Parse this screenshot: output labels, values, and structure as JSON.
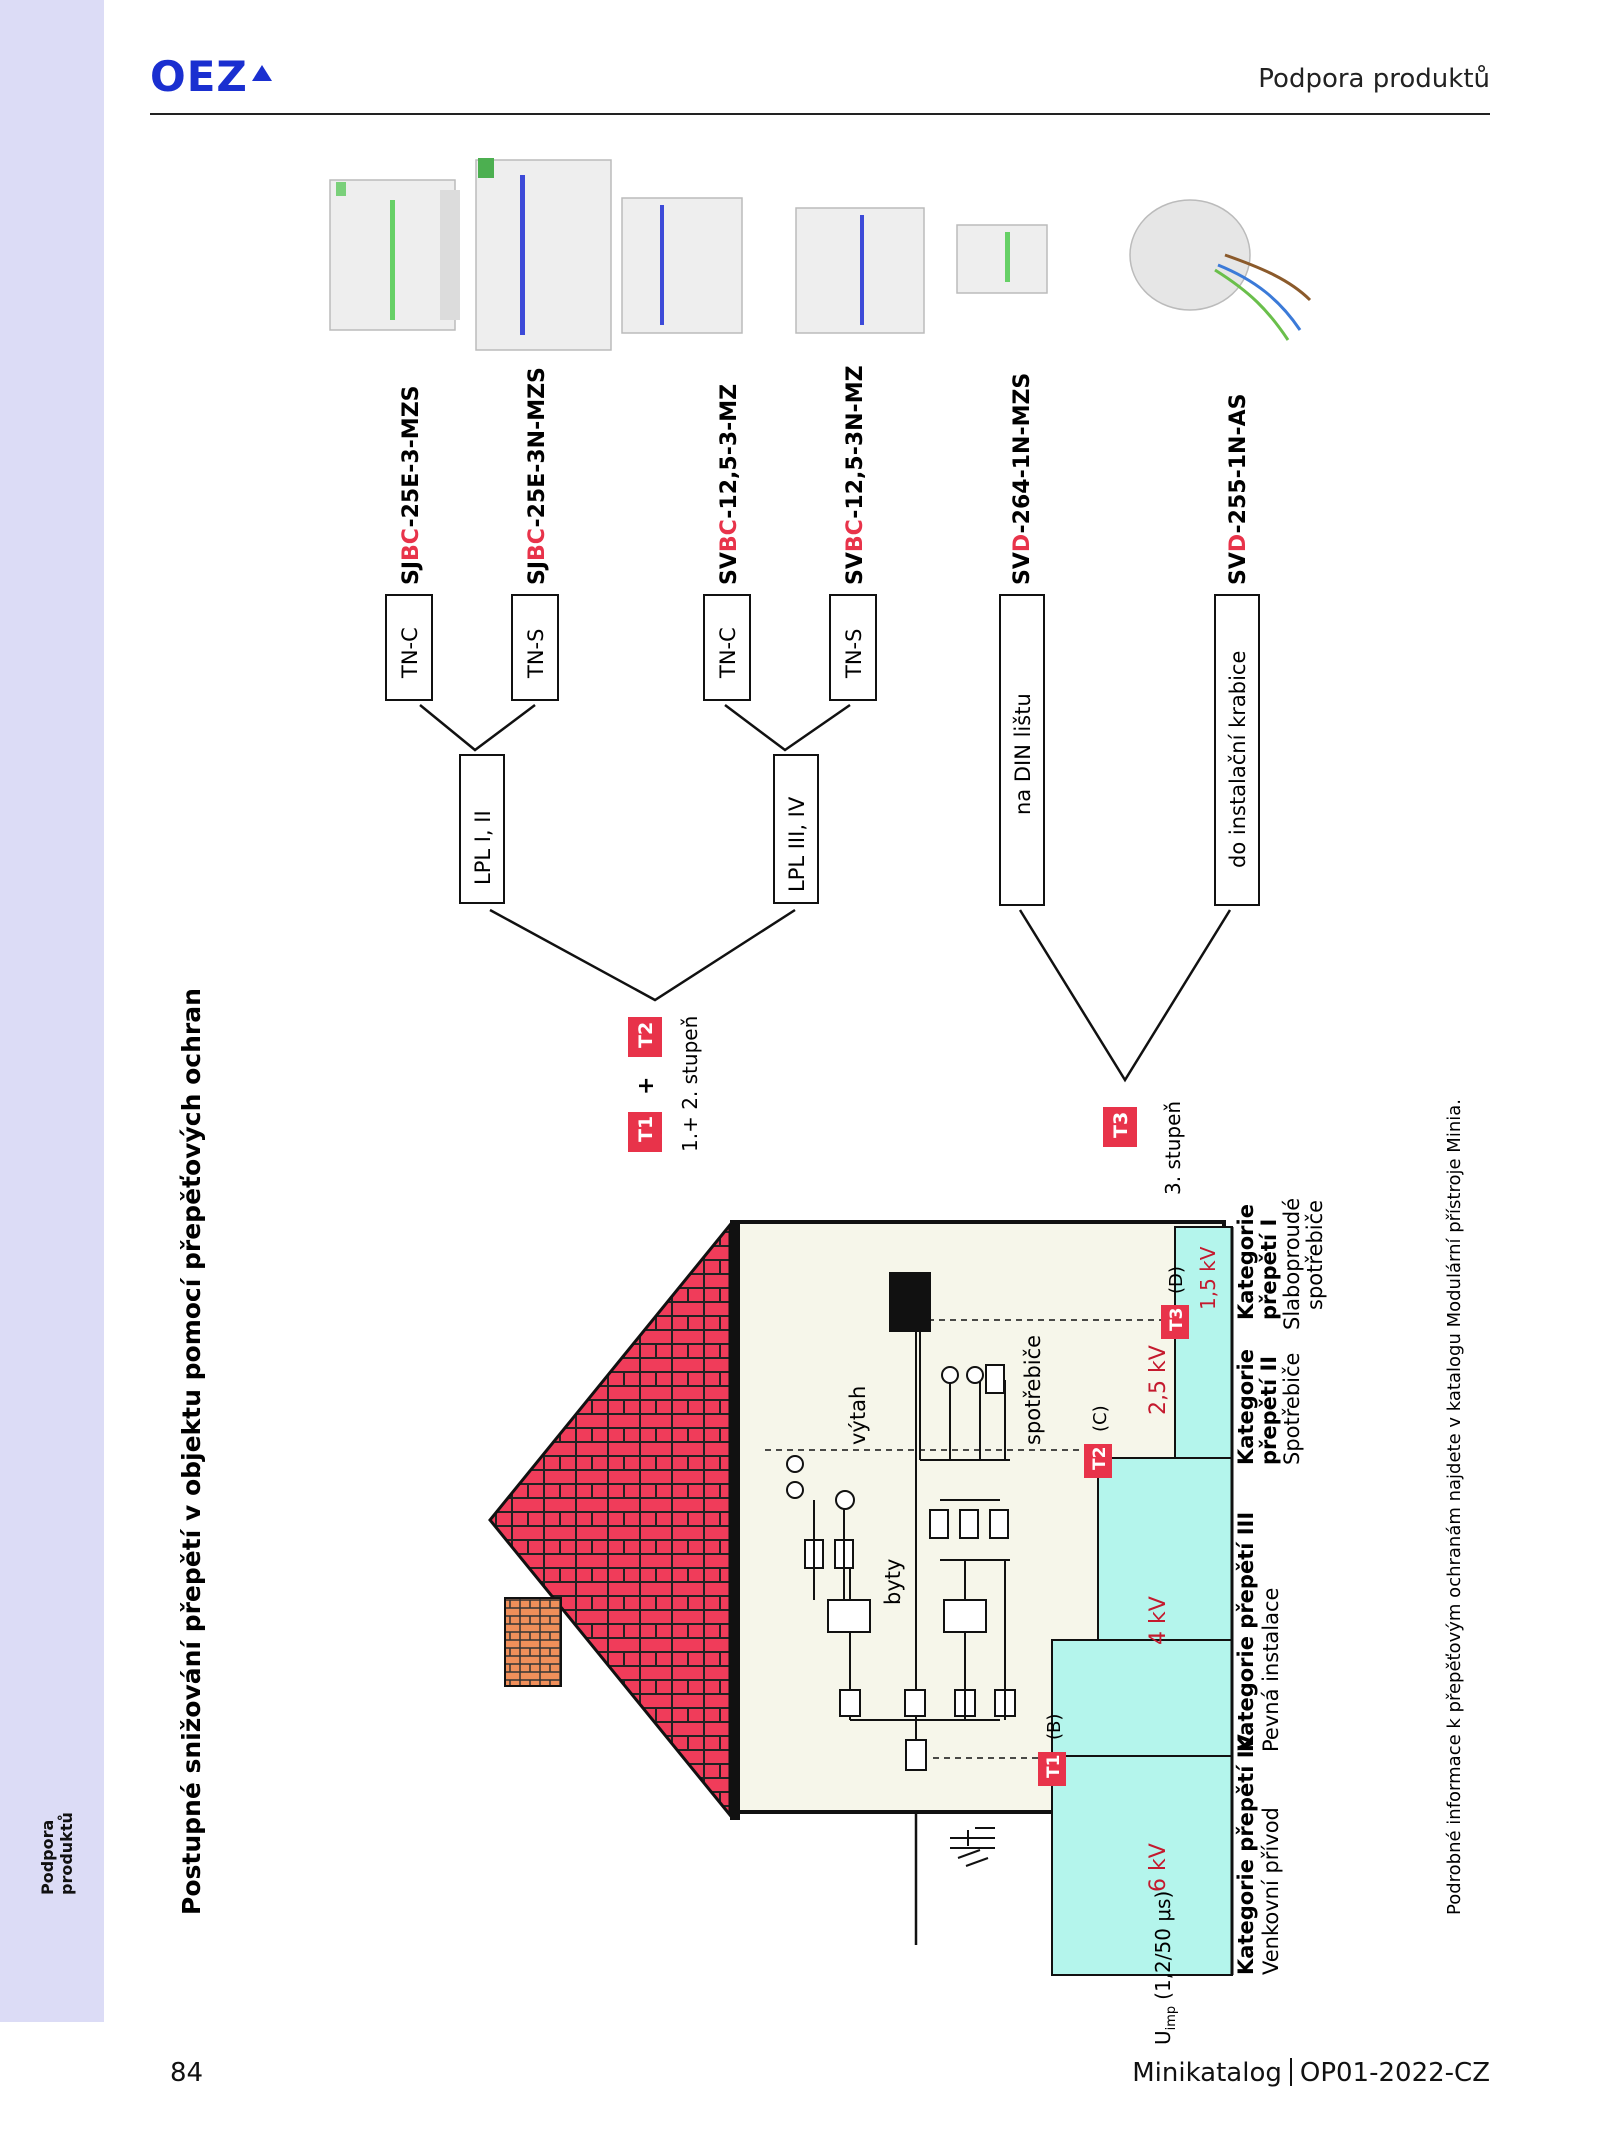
{
  "header": {
    "logo": "OEZ",
    "title": "Podpora produktů"
  },
  "sidebar": {
    "label_line1": "Podpora",
    "label_line2": "produktů"
  },
  "section_title": "Postupné snižování přepětí v objektu pomocí přepěťových ochran",
  "house": {
    "labels": {
      "elevator": "výtah",
      "flats": "byty",
      "appliances": "spotřebiče"
    },
    "points": {
      "t1": "T1",
      "t1_class": "(B)",
      "t2": "T2",
      "t2_class": "(C)",
      "t3": "T3",
      "t3_class": "(D)"
    },
    "axis_label": "U",
    "axis_sub": "imp",
    "axis_unit": "(1,2/50  μs)",
    "categories": [
      {
        "voltage": "6 kV",
        "name": "Kategorie přepětí IV",
        "desc": "Venkovní přívod"
      },
      {
        "voltage": "4 kV",
        "name": "Kategorie přepětí III",
        "desc": "Pevná instalace"
      },
      {
        "voltage": "2,5 kV",
        "name1": "Kategorie",
        "name2": "přepětí II",
        "desc": "Spotřebiče"
      },
      {
        "voltage": "1,5 kV",
        "name1": "Kategorie",
        "name2": "přepětí I",
        "desc1": "Slaboproudé",
        "desc2": "spotřebiče"
      }
    ]
  },
  "tree": {
    "group1": {
      "badge_a": "T1",
      "plus": "+",
      "badge_b": "T2",
      "caption": "1.+ 2. stupeň"
    },
    "group2": {
      "badge": "T3",
      "caption": "3. stupeň"
    },
    "lpl": [
      "LPL I, II",
      "LPL III, IV"
    ],
    "nets": [
      "TN-C",
      "TN-S",
      "TN-C",
      "TN-S"
    ],
    "mounts": [
      "na DIN lištu",
      "do instalační krabice"
    ]
  },
  "products": [
    {
      "pre": "SJ",
      "mid": "BC",
      "post": "-25E-3-MZS"
    },
    {
      "pre": "SJ",
      "mid": "BC",
      "post": "-25E-3N-MZS"
    },
    {
      "pre": "SV",
      "mid": "BC",
      "post": "-12,5-3-MZ"
    },
    {
      "pre": "SV",
      "mid": "BC",
      "post": "-12,5-3N-MZ"
    },
    {
      "pre": "SV",
      "mid": "D",
      "post": "-264-1N-MZS"
    },
    {
      "pre": "SV",
      "mid": "D",
      "post": "-255-1N-AS"
    }
  ],
  "note": "Podrobné informace k přepěťovým ochranám najdete v katalogu Modulární přístroje Minia.",
  "footer": {
    "page": "84",
    "catalog": "Minikatalog",
    "code": "OP01-2022-CZ"
  },
  "colors": {
    "accent_red": "#e8334a",
    "roof": "#f03c5a",
    "zone": "#b4f5ec",
    "chimney": "#f08f5a",
    "wall": "#f6f6ea",
    "brand_blue": "#1a2fd0"
  }
}
